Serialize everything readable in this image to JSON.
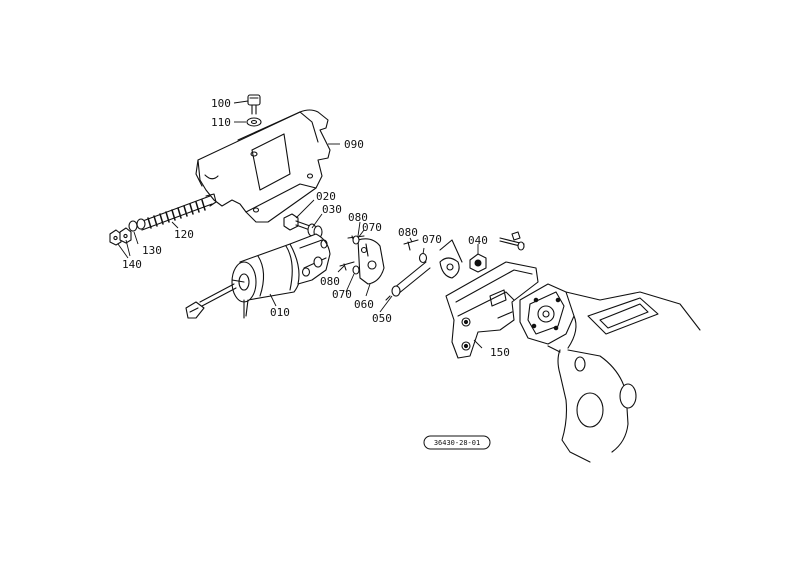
{
  "callouts": {
    "p100": "100",
    "p110": "110",
    "p090": "090",
    "p020": "020",
    "p030": "030",
    "p120": "120",
    "p130": "130",
    "p140": "140",
    "p080a": "080",
    "p070a": "070",
    "p080b": "080",
    "p070b": "070",
    "p060": "060",
    "p050": "050",
    "p080c": "080",
    "p070c": "070",
    "p040": "040",
    "p010": "010",
    "p150": "150"
  },
  "reference_code": "36430-28-01"
}
